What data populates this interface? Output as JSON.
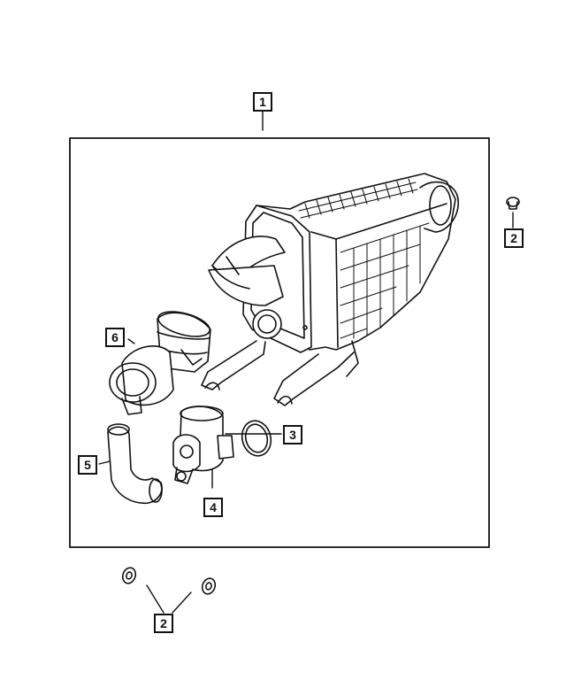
{
  "diagram": {
    "callouts": {
      "c1": "1",
      "c2_top": "2",
      "c2_bottom": "2",
      "c3": "3",
      "c4": "4",
      "c5": "5",
      "c6": "6"
    },
    "colors": {
      "line": "#111111",
      "background": "#ffffff"
    }
  }
}
